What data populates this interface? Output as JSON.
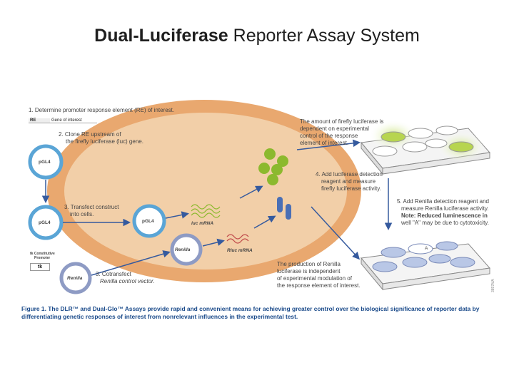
{
  "title": {
    "bold": "Dual-Luciferase",
    "rest": " Reporter Assay System"
  },
  "steps": {
    "step1": "1. Determine promoter response element (RE) of interest.",
    "re_label": "RE",
    "gene_label": "Gene of interest",
    "step2_line1": "2. Clone RE upstream of",
    "step2_line2": "the firefly luciferase (luc) gene.",
    "step3_line1": "3. Transfect construct",
    "step3_line2": "into cells.",
    "step3b_line1": "3. Cotransfect",
    "step3b_line2": "Renilla control vector.",
    "step4_line1": "4. Add luciferase detection",
    "step4_line2": "reagent and measure",
    "step4_line3": "firefly luciferase activity.",
    "step5_line1": "5. Add Renilla detection reagent and",
    "step5_line2": "measure Renilla luciferase activity.",
    "step5_line3": "Note: Reduced luminescence in",
    "step5_line4": "well \"A\" may be due to cytotoxicity."
  },
  "notes": {
    "firefly_line1": "The amount of firefly luciferase is",
    "firefly_line2": "dependent on experimental",
    "firefly_line3": "control of the response",
    "firefly_line4": "element of interest.",
    "renilla_line1": "The production of Renilla",
    "renilla_line2": "luciferase is independent",
    "renilla_line3": "of experimental modulation of",
    "renilla_line4": "the response element of interest."
  },
  "plasmids": {
    "pgl4_a": "pGL4",
    "pgl4_b": "pGL4",
    "pgl4_c": "pGL4",
    "renilla": "Renilla",
    "renilla_cell": "Renilla",
    "tk_promoter_line1": "tk Constitutive",
    "tk_promoter_line2": "Promoter",
    "tk": "tk"
  },
  "mrna": {
    "luc": "luc mRNA",
    "rluc": "Rluc mRNA"
  },
  "figure_id": "3897MA",
  "well_label": "A",
  "caption_line1": "Figure 1. The DLR™ and Dual-Glo™ Assays provide rapid and convenient means for achieving greater control over the biological significance of reporter data by",
  "caption_line2": "differentiating genetic responses of interest from nonrelevant influences in the experimental test.",
  "colors": {
    "cell_outer": "#e9a86f",
    "cell_inner": "#f2cfa8",
    "plasmid_blue": "#5aa5d6",
    "renilla_ring": "#8e9bc4",
    "firefly_green": "#8cb92e",
    "protein_blue": "#4a6fb5",
    "arrow_blue": "#355a9e",
    "caption_blue": "#1a4a8a"
  }
}
